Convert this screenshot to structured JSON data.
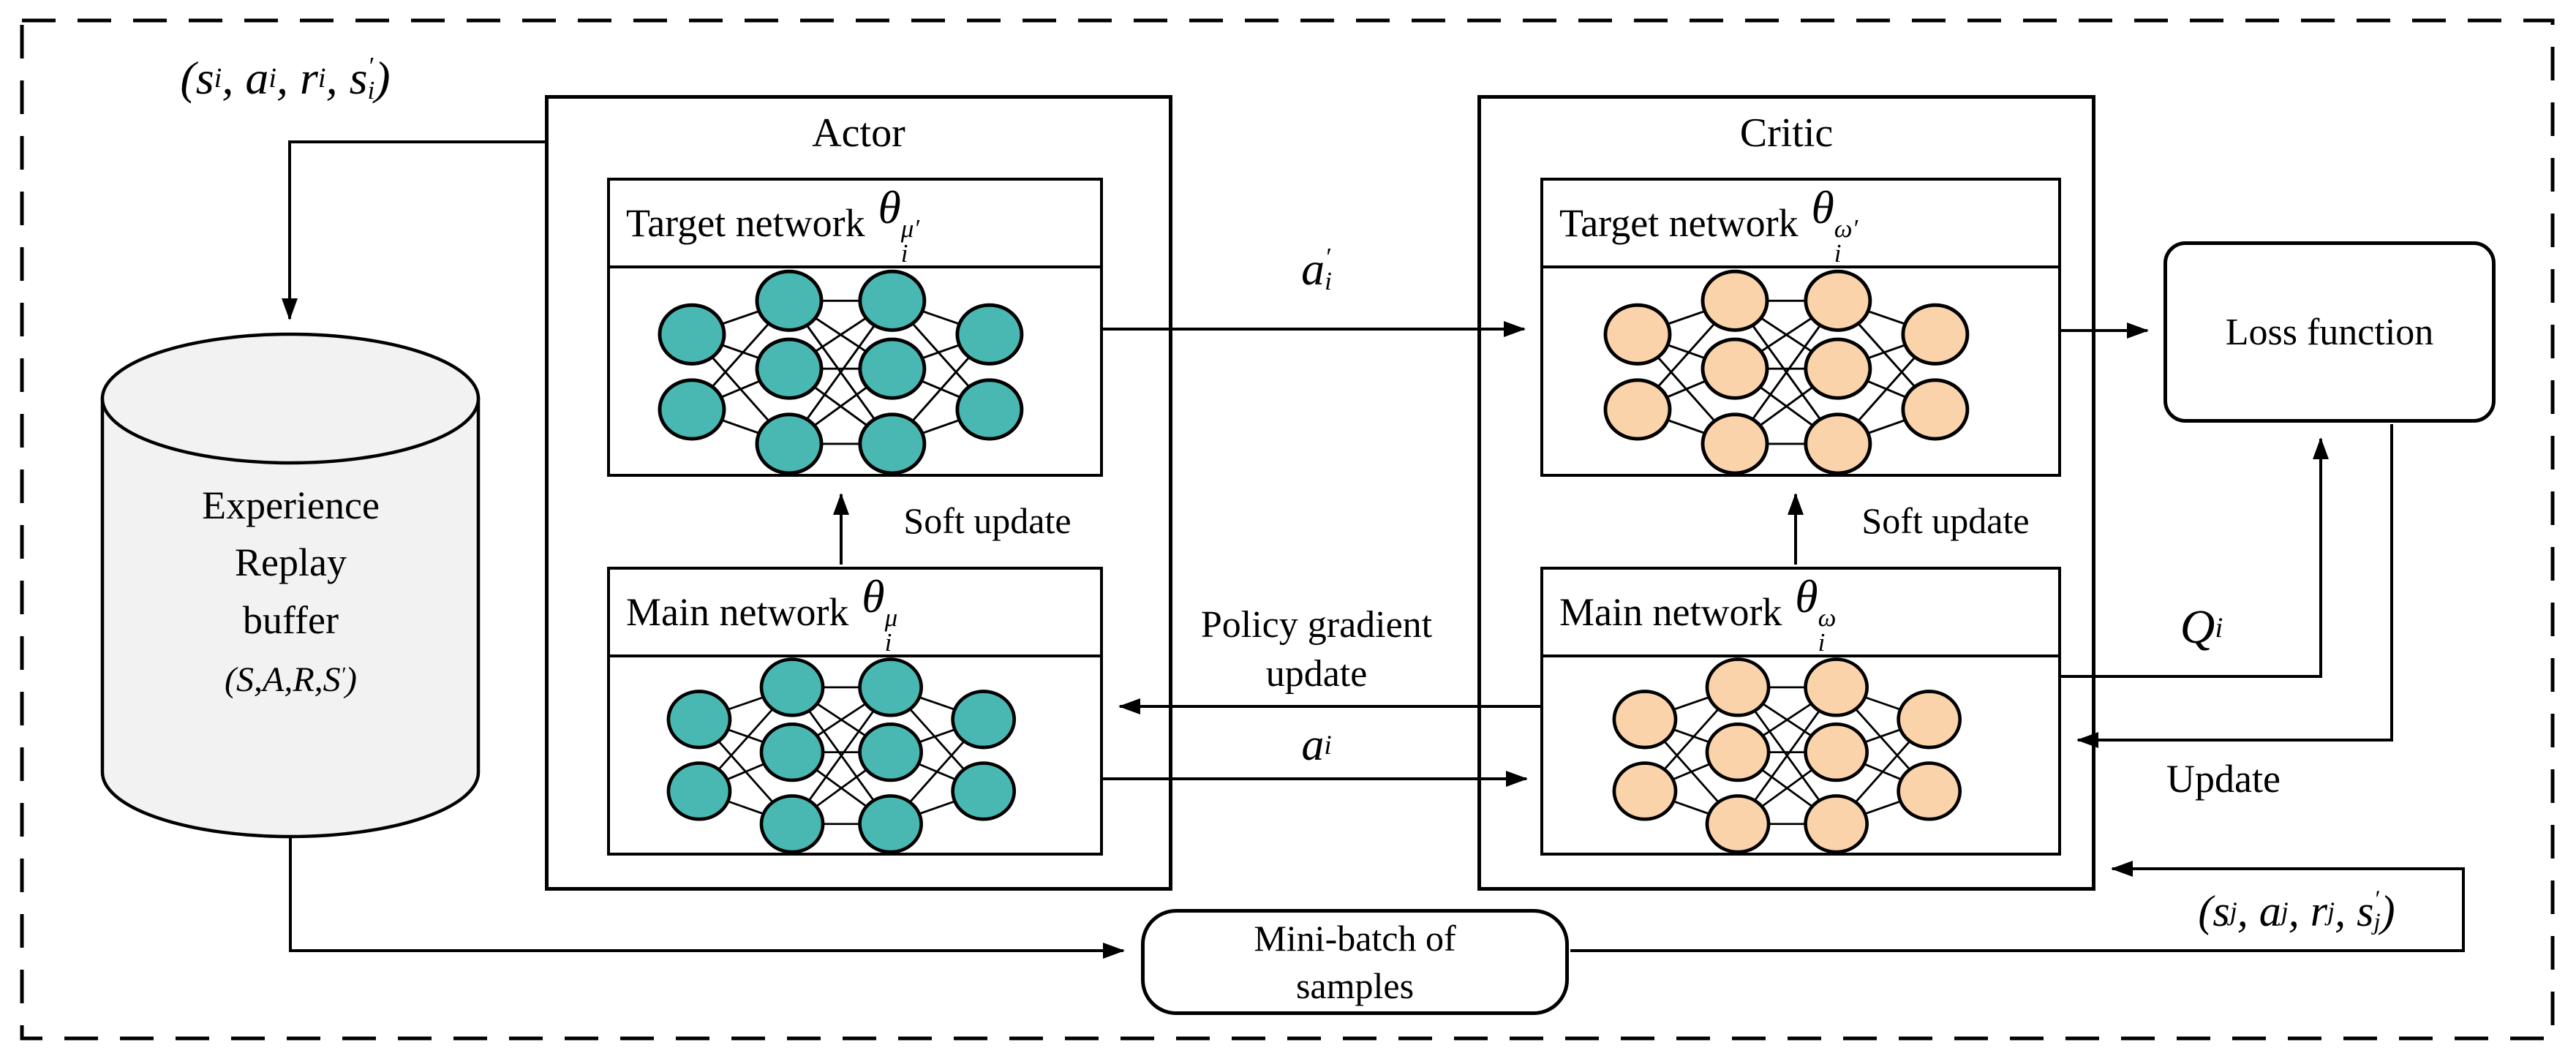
{
  "colors": {
    "background": "#ffffff",
    "line": "#000000",
    "actor_node": "#4ab8b2",
    "critic_node": "#fbd3ab",
    "cylinder_fill": "#f2f2f2"
  },
  "buffer": {
    "line1": "Experience",
    "line2": "Replay",
    "line3": "buffer",
    "tuple": "(S,A,R,S^′)"
  },
  "actor": {
    "title": "Actor",
    "target": {
      "label": "Target network",
      "param": "θ^μ′_i"
    },
    "main": {
      "label": "Main network",
      "param": "θ^μ_i"
    },
    "soft_update": "Soft update"
  },
  "critic": {
    "title": "Critic",
    "target": {
      "label": "Target network",
      "param": "θ^ω′_i"
    },
    "main": {
      "label": "Main network",
      "param": "θ^ω_i"
    },
    "soft_update": "Soft update"
  },
  "loss": {
    "label": "Loss function"
  },
  "minibatch": {
    "line1": "Mini-batch of",
    "line2": "samples"
  },
  "edges": {
    "experience_tuple": "(s_i, a_i, r_i, s^′_i)",
    "batch_tuple": "(s_j, a_j, r_j, s^′_j)",
    "next_action": "a^′_i",
    "action": "a_i",
    "q_value": "Q_i",
    "policy_gradient_line1": "Policy gradient",
    "policy_gradient_line2": "update",
    "update": "Update"
  }
}
